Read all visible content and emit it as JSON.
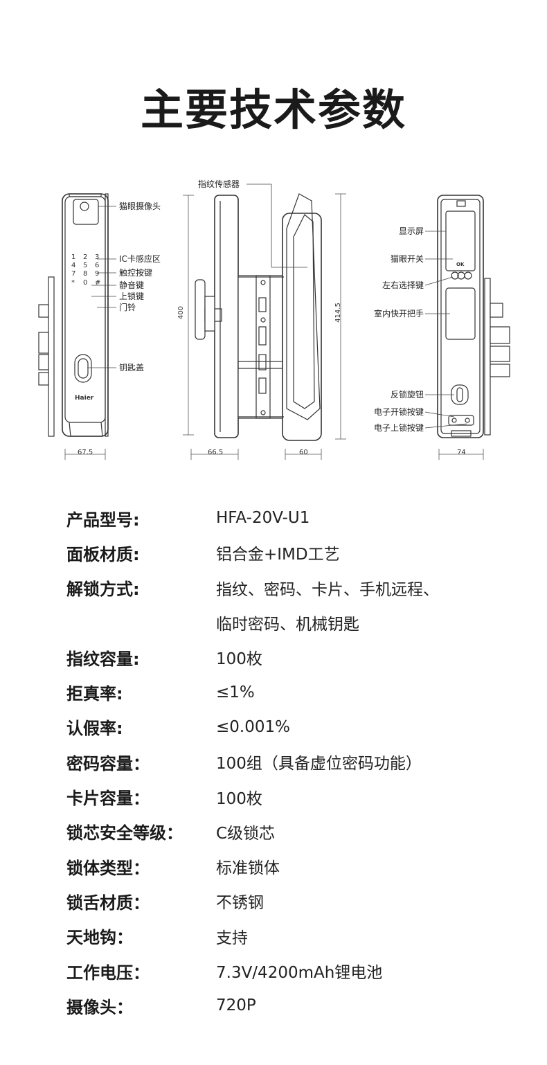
{
  "page": {
    "title": "主要技术参数"
  },
  "diagram": {
    "front_labels": [
      "猫眼摄像头",
      "IC卡感应区",
      "触控按键",
      "静音键",
      "上锁键",
      "门铃",
      "钥匙盖"
    ],
    "side_labels": [
      "指纹传感器"
    ],
    "back_labels": [
      "显示屏",
      "猫眼开关",
      "左右选择键",
      "室内快开把手",
      "反锁旋钮",
      "电子开锁按键",
      "电子上锁按键"
    ],
    "dimensions": {
      "front_width": "67.5",
      "side_depth": "66.5",
      "side_width": "60",
      "back_width": "74",
      "height_left": "400",
      "height_right": "414.5"
    },
    "keypad": [
      "1",
      "2",
      "3",
      "4",
      "5",
      "6",
      "7",
      "8",
      "9",
      "*",
      "0",
      "#"
    ],
    "brand": "Haier",
    "ok_label": "OK"
  },
  "specs": [
    {
      "key": "产品型号:",
      "value": "HFA-20V-U1"
    },
    {
      "key": "面板材质:",
      "value": "铝合金+IMD工艺"
    },
    {
      "key": "解锁方式:",
      "value": "指纹、密码、卡片、手机远程、"
    },
    {
      "key": "",
      "value": "临时密码、机械钥匙"
    },
    {
      "key": "指纹容量:",
      "value": "100枚"
    },
    {
      "key": "拒真率:",
      "value": "≤1%"
    },
    {
      "key": "认假率:",
      "value": "≤0.001%"
    },
    {
      "key": "密码容量：",
      "value": "100组（具备虚位密码功能）"
    },
    {
      "key": "卡片容量：",
      "value": "100枚"
    },
    {
      "key": "锁芯安全等级：",
      "value": "C级锁芯"
    },
    {
      "key": "锁体类型：",
      "value": "标准锁体"
    },
    {
      "key": "锁舌材质：",
      "value": "不锈钢"
    },
    {
      "key": "天地钩：",
      "value": "支持"
    },
    {
      "key": "工作电压：",
      "value": "7.3V/4200mAh锂电池"
    },
    {
      "key": "摄像头：",
      "value": "720P"
    }
  ]
}
